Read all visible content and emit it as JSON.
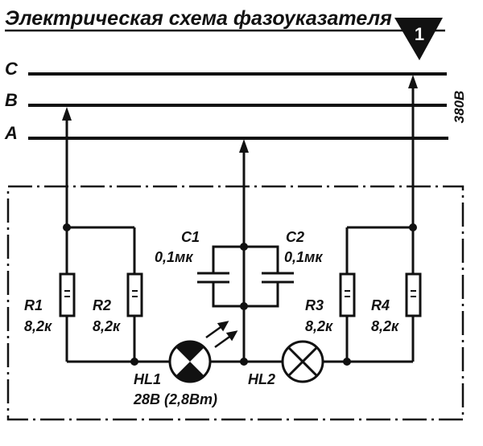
{
  "title": "Электрическая схема фазоуказателя",
  "figure_number": "1",
  "phases": {
    "C": "C",
    "B": "B",
    "A": "A",
    "voltage": "380В"
  },
  "capacitors": [
    {
      "name": "C1",
      "value": "0,1мк"
    },
    {
      "name": "C2",
      "value": "0,1мк"
    }
  ],
  "resistors": [
    {
      "name": "R1",
      "value": "8,2к"
    },
    {
      "name": "R2",
      "value": "8,2к"
    },
    {
      "name": "R3",
      "value": "8,2к"
    },
    {
      "name": "R4",
      "value": "8,2к"
    }
  ],
  "lamps": [
    {
      "name": "HL1",
      "rating": "28В (2,8Вт)"
    },
    {
      "name": "HL2"
    }
  ]
}
